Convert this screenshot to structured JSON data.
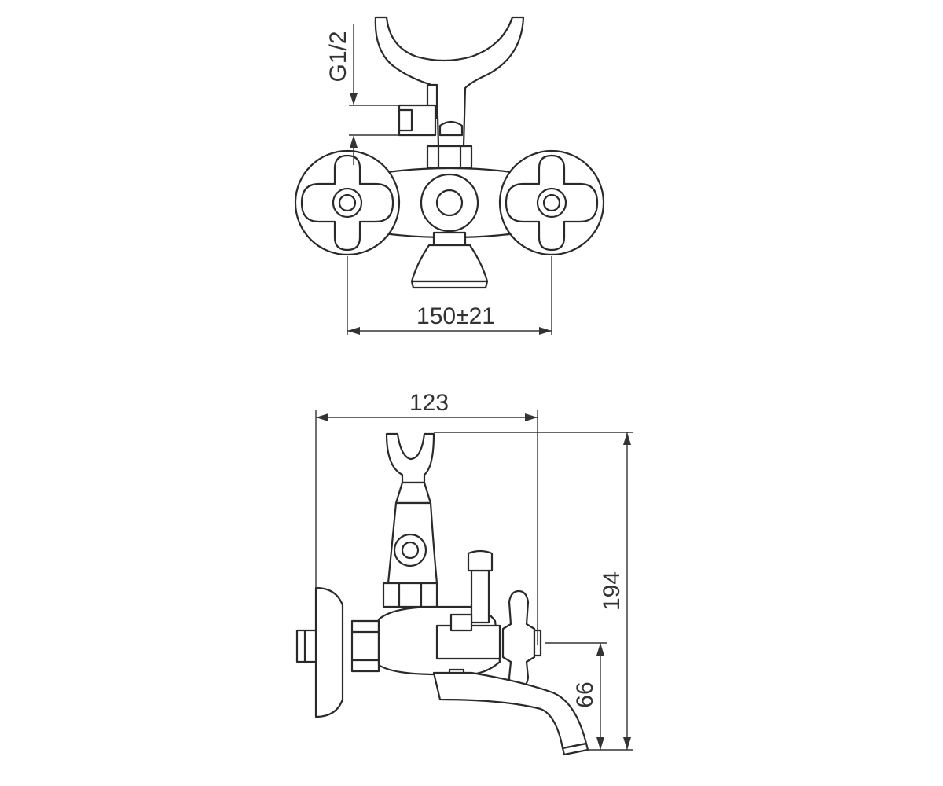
{
  "dimensions": {
    "thread": "G1/2",
    "center_spacing": "150±21",
    "depth": "123",
    "overall_height": "194",
    "spout_height": "66"
  },
  "colors": {
    "line": "#2a2a2a",
    "background": "#ffffff"
  }
}
